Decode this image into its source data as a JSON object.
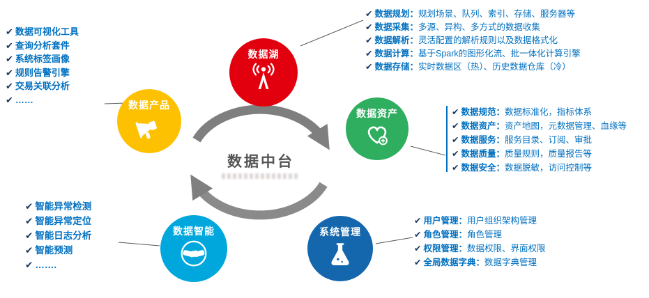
{
  "glyphs": {
    "check": "✔"
  },
  "center": {
    "title": "数据中台"
  },
  "nodes": {
    "data_lake": {
      "label": "数据湖",
      "icon": "broadcast-icon"
    },
    "data_assets": {
      "label": "数据资产",
      "icon": "heart-plus-icon"
    },
    "system_management": {
      "label": "系统管理",
      "icon": "flask-icon"
    },
    "data_intelligence": {
      "label": "数据智能",
      "icon": "handshake-icon"
    },
    "data_products": {
      "label": "数据产品",
      "icon": "megaphone-icon"
    }
  },
  "colors": {
    "data_lake": "#e3000e",
    "data_assets": "#2fae5f",
    "system_management": "#1467ac",
    "data_intelligence": "#00a7dc",
    "data_products": "#fec101",
    "list_text": "#0070c0",
    "list_accent_bar": "#0070c0",
    "arrow": "#7f7f7f",
    "center_title": "#555555"
  },
  "lists": {
    "data_products": {
      "items": [
        "数据可视化工具",
        "查询分析套件",
        "系统标签画像",
        "规则告警引擎",
        "交易关联分析",
        "……"
      ]
    },
    "data_lake": {
      "items": [
        {
          "title": "数据规划：",
          "desc": "规划场景、队列、索引、存储、服务器等"
        },
        {
          "title": "数据采集：",
          "desc": "多源、异构、多方式的数据收集"
        },
        {
          "title": "数据解析：",
          "desc": "灵活配置的解析规则以及数据格式化"
        },
        {
          "title": "数据计算：",
          "desc": "基于Spark的图形化流、批一体化计算引擎"
        },
        {
          "title": "数据存储：",
          "desc": "实时数据区（热）、历史数据仓库（冷）"
        }
      ]
    },
    "data_assets": {
      "items": [
        {
          "title": "数据规范：",
          "desc": "数据标准化，指标体系"
        },
        {
          "title": "数据资产：",
          "desc": "资产地图，元数据管理、血缘等"
        },
        {
          "title": "数据服务：",
          "desc": "服务目录、订阅、审批"
        },
        {
          "title": "数据质量：",
          "desc": "质量规则，质量报告等"
        },
        {
          "title": "数据安全：",
          "desc": "数据脱敏，访问控制等"
        }
      ]
    },
    "system_management": {
      "items": [
        {
          "title": "用户管理：",
          "desc": "用户组织架构管理"
        },
        {
          "title": "角色管理：",
          "desc": "角色管理"
        },
        {
          "title": "权限管理：",
          "desc": "数据权限、界面权限"
        },
        {
          "title": "全局数据字典：",
          "desc": "数据字典管理"
        }
      ]
    },
    "data_intelligence": {
      "items": [
        "智能异常检测",
        "智能异常定位",
        "智能日志分析",
        "智能预测",
        "……."
      ]
    }
  }
}
